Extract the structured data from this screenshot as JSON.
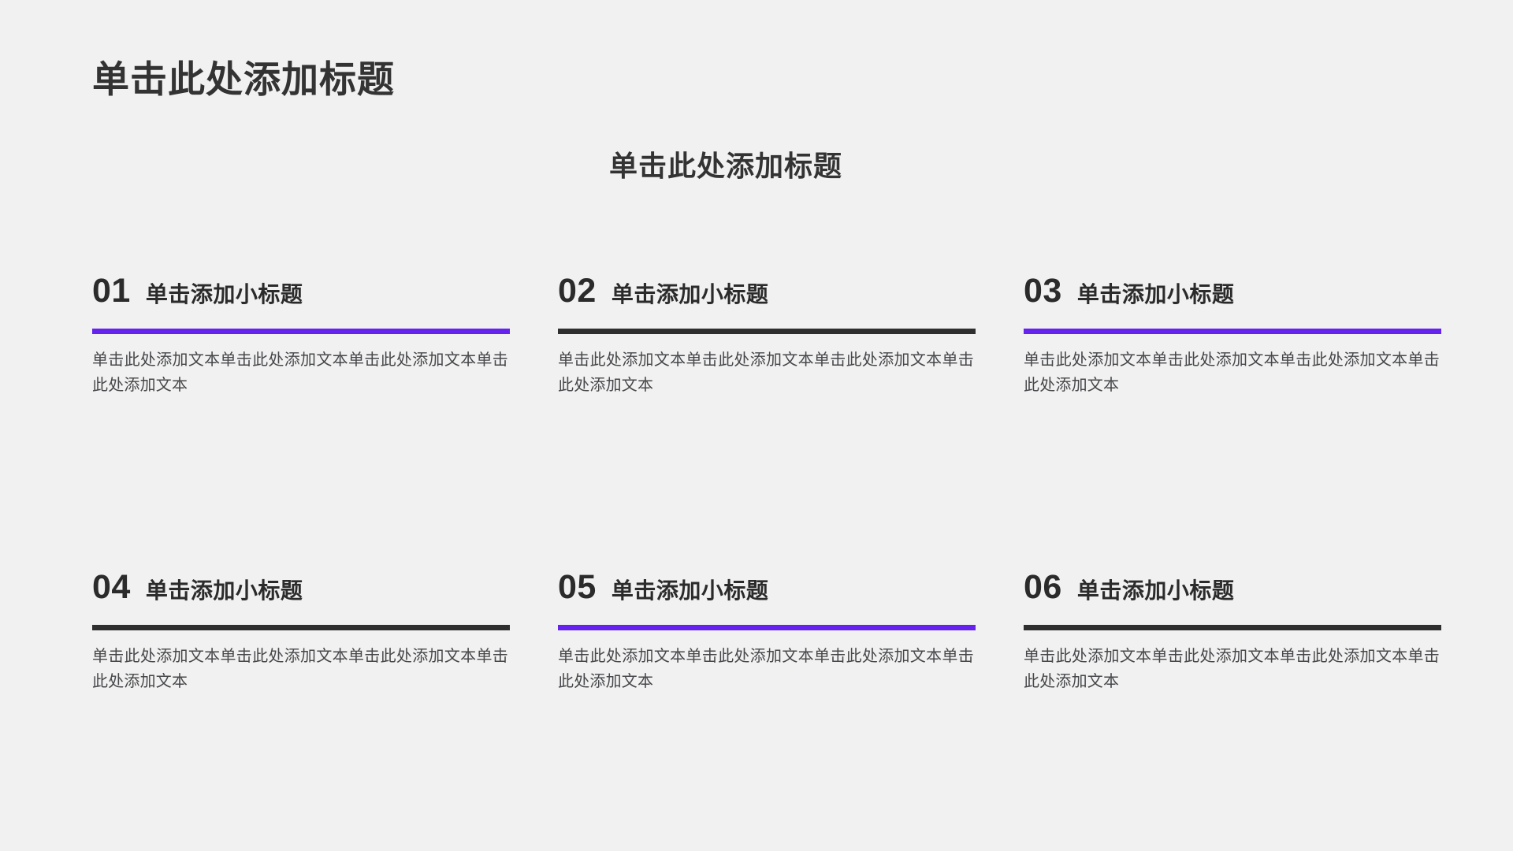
{
  "slide": {
    "background_color": "#f1f1f1",
    "main_title": "单击此处添加标题",
    "sub_title": "单击此处添加标题"
  },
  "theme": {
    "accent_purple": "#6622ee",
    "accent_dark": "#2f2f2f",
    "title_color": "#333333",
    "body_color": "#46474a"
  },
  "items": [
    {
      "number": "01",
      "heading": "单击添加小标题",
      "body": "单击此处添加文本单击此处添加文本单击此处添加文本单击此处添加文本",
      "rule_color": "#6622ee"
    },
    {
      "number": "02",
      "heading": "单击添加小标题",
      "body": "单击此处添加文本单击此处添加文本单击此处添加文本单击此处添加文本",
      "rule_color": "#2f2f2f"
    },
    {
      "number": "03",
      "heading": "单击添加小标题",
      "body": "单击此处添加文本单击此处添加文本单击此处添加文本单击此处添加文本",
      "rule_color": "#6622ee"
    },
    {
      "number": "04",
      "heading": "单击添加小标题",
      "body": "单击此处添加文本单击此处添加文本单击此处添加文本单击此处添加文本",
      "rule_color": "#2f2f2f"
    },
    {
      "number": "05",
      "heading": "单击添加小标题",
      "body": "单击此处添加文本单击此处添加文本单击此处添加文本单击此处添加文本",
      "rule_color": "#6622ee"
    },
    {
      "number": "06",
      "heading": "单击添加小标题",
      "body": "单击此处添加文本单击此处添加文本单击此处添加文本单击此处添加文本",
      "rule_color": "#2f2f2f"
    }
  ]
}
